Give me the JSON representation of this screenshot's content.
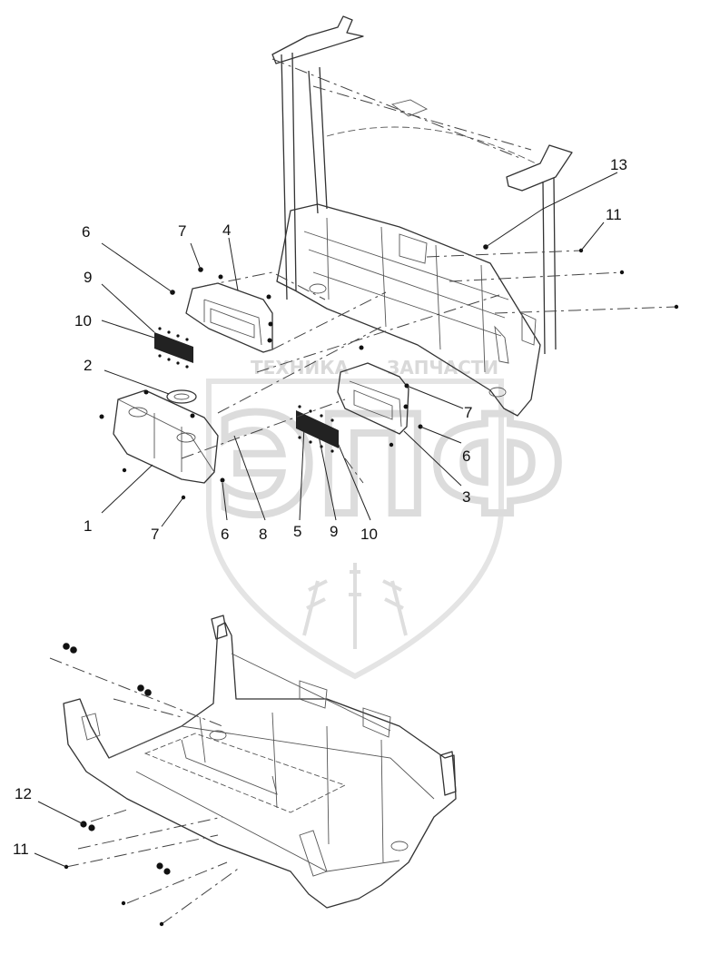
{
  "watermark": {
    "text_left": "ТЕХНИКА",
    "text_right": "ЗАПЧАСТИ",
    "monogram": "ЭПФ",
    "color": "#d9d9d9"
  },
  "callouts": {
    "c13": "13",
    "c11_top": "11",
    "c6_top": "6",
    "c7_top": "7",
    "c4": "4",
    "c9_left": "9",
    "c10_left": "10",
    "c2": "2",
    "c7_right": "7",
    "c6_right": "6",
    "c3": "3",
    "c1": "1",
    "c7_bottom": "7",
    "c6_bottom": "6",
    "c8": "8",
    "c5": "5",
    "c9_bottom": "9",
    "c10_bottom": "10",
    "c12": "12",
    "c11_bottom": "11"
  }
}
